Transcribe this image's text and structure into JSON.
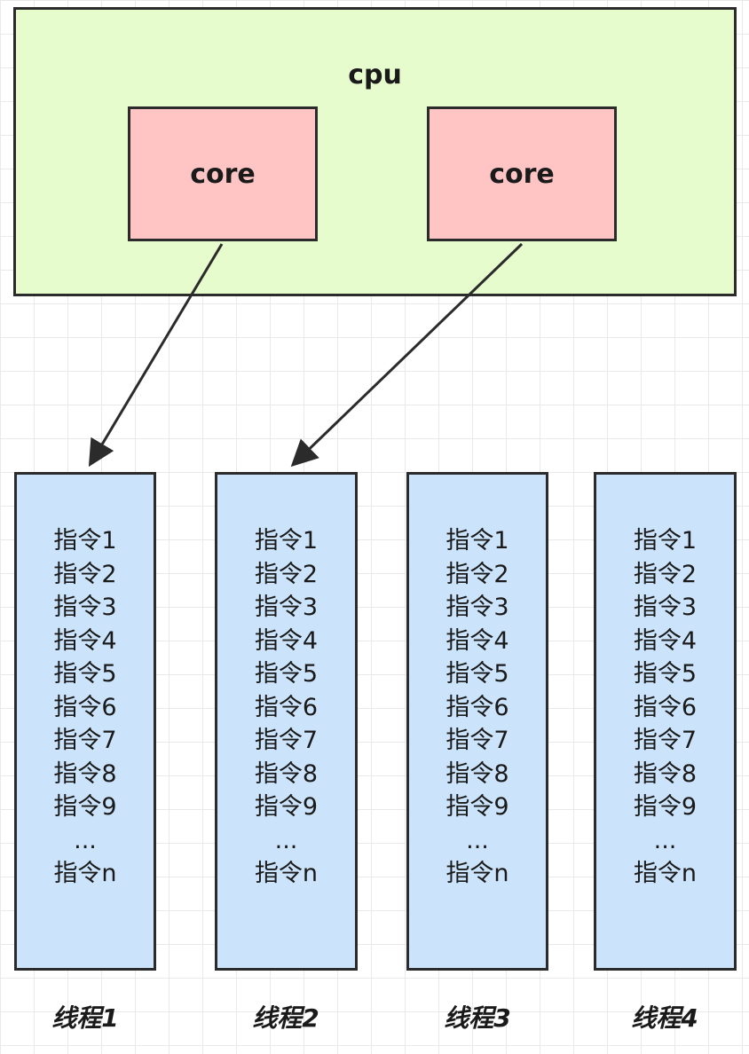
{
  "cpu": {
    "label": "cpu",
    "cores": [
      {
        "label": "core"
      },
      {
        "label": "core"
      }
    ]
  },
  "threads": [
    {
      "label": "线程1",
      "instructions": [
        "指令1",
        "指令2",
        "指令3",
        "指令4",
        "指令5",
        "指令6",
        "指令7",
        "指令8",
        "指令9",
        "...",
        "指令n"
      ]
    },
    {
      "label": "线程2",
      "instructions": [
        "指令1",
        "指令2",
        "指令3",
        "指令4",
        "指令5",
        "指令6",
        "指令7",
        "指令8",
        "指令9",
        "...",
        "指令n"
      ]
    },
    {
      "label": "线程3",
      "instructions": [
        "指令1",
        "指令2",
        "指令3",
        "指令4",
        "指令5",
        "指令6",
        "指令7",
        "指令8",
        "指令9",
        "...",
        "指令n"
      ]
    },
    {
      "label": "线程4",
      "instructions": [
        "指令1",
        "指令2",
        "指令3",
        "指令4",
        "指令5",
        "指令6",
        "指令7",
        "指令8",
        "指令9",
        "...",
        "指令n"
      ]
    }
  ],
  "colors": {
    "cpu_fill": "#e6fccc",
    "core_fill": "#ffc4c4",
    "thread_fill": "#cce4fb",
    "stroke": "#2b2b2b"
  }
}
